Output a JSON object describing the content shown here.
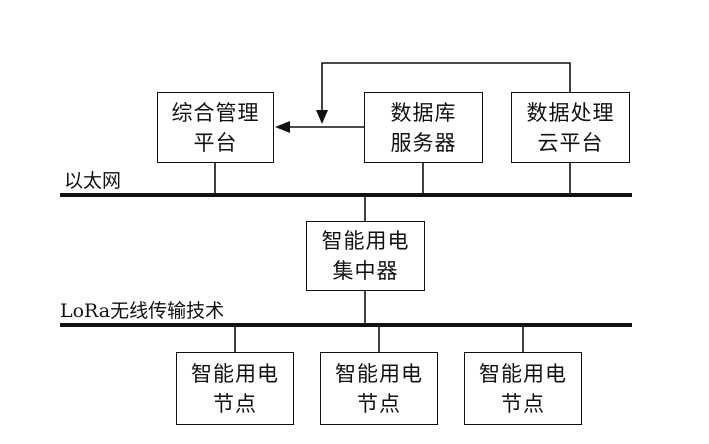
{
  "buses": {
    "ethernet_label": "以太网",
    "lora_label": "LoRa无线传输技术"
  },
  "boxes": {
    "management": {
      "line1": "综合管理",
      "line2": "平台"
    },
    "database": {
      "line1": "数据库",
      "line2": "服务器"
    },
    "cloud": {
      "line1": "数据处理",
      "line2": "云平台"
    },
    "concentrator": {
      "line1": "智能用电",
      "line2": "集中器"
    },
    "node1": {
      "line1": "智能用电",
      "line2": "节点"
    },
    "node2": {
      "line1": "智能用电",
      "line2": "节点"
    },
    "node3": {
      "line1": "智能用电",
      "line2": "节点"
    }
  }
}
